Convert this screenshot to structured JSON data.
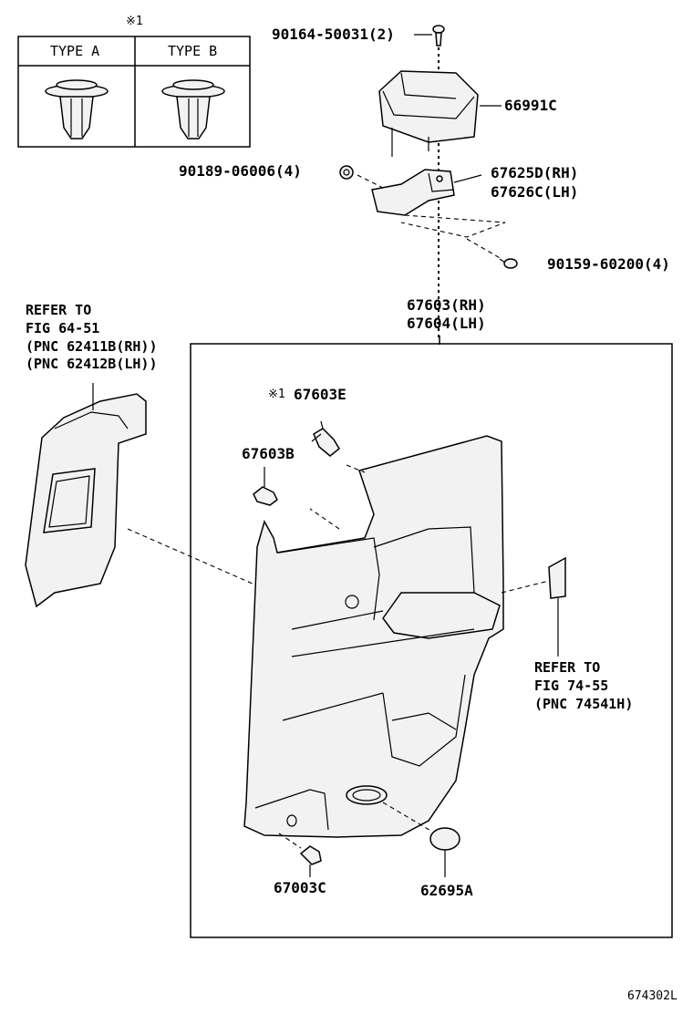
{
  "legend": {
    "title": "※1",
    "type_a": "TYPE A",
    "type_b": "TYPE B"
  },
  "parts": {
    "screw_top": "90164-50031(2)",
    "cup_holder": "66991C",
    "nut_left": "90189-06006(4)",
    "bracket_rh": "67625D(RH)",
    "bracket_lh": "67626C(LH)",
    "screw_right": "90159-60200(4)",
    "trim_rh": "67603(RH)",
    "trim_lh": "67604(LH)",
    "clip_e": "67603E",
    "clip_e_mark": "※1",
    "clip_b": "67603B",
    "clip_c": "67003C",
    "plug": "62695A"
  },
  "refs": {
    "left": {
      "line1": "REFER TO",
      "line2": "FIG 64-51",
      "line3": "(PNC 62411B(RH))",
      "line4": "(PNC 62412B(LH))"
    },
    "right": {
      "line1": "REFER TO",
      "line2": "FIG 74-55",
      "line3": "(PNC 74541H)"
    }
  },
  "footer": {
    "drawing_number": "674302L"
  }
}
